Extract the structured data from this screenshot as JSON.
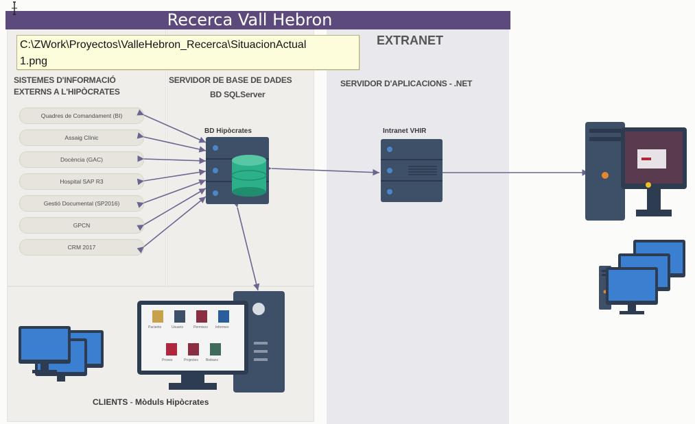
{
  "title": "Recerca Vall Hebron",
  "tooltip": {
    "path_line1": "C:\\ZWork\\Proyectos\\ValleHebron_Recerca\\SituacionActual",
    "path_line2": "1.png"
  },
  "extranet": {
    "title": "EXTRANET",
    "server_header": "SERVIDOR D'APLICACIONS - .NET",
    "server_label": "Intranet VHIR"
  },
  "external_systems": {
    "header_line1": "SISTEMES D'INFORMACIÓ",
    "header_line2": "EXTERNS A L'HIPÒCRATES",
    "items": [
      "Quadres de Comandament (BI)",
      "Assaig Clínic",
      "Docència (GAC)",
      "Hospital SAP R3",
      "Gestió Documental (SP2016)",
      "GPCN",
      "CRM 2017"
    ]
  },
  "database": {
    "header_line1": "SERVIDOR DE BASE DE DADES",
    "header_line2": "BD SQLServer",
    "db_label": "BD Hipòcrates"
  },
  "clients": {
    "label_part1": "CLIENTS",
    "label_sep": " - ",
    "label_part2": "Mòduls Hipòcrates",
    "module_names": [
      "Pacients",
      "Usuaris",
      "Permisos",
      "Informes",
      "Proves",
      "Projectes",
      "Biobanc"
    ]
  },
  "colors": {
    "title_bar": "#5d4a7c",
    "tooltip_bg": "#fdfddc",
    "server_box": "#3e5068",
    "db_cylinder": "#2bb08a",
    "monitor_screen": "#3a7fd0",
    "arrow": "#6b6690"
  }
}
